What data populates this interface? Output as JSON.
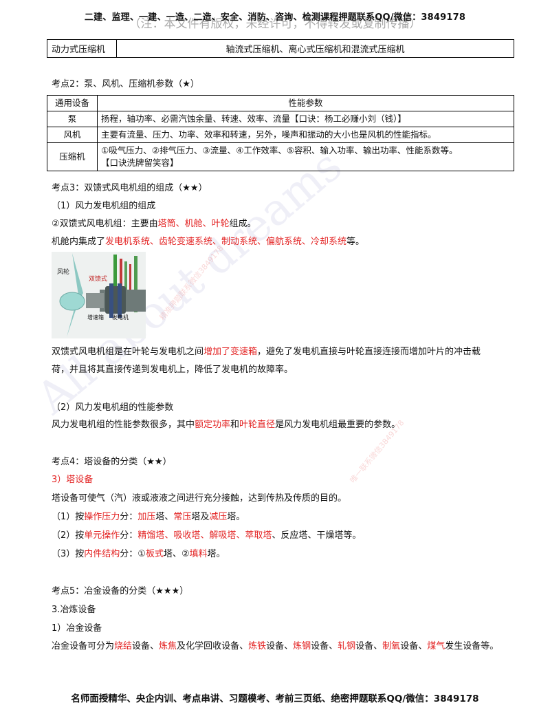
{
  "header": {
    "top_text": "二建、监理、一建、一造、二造、安全、消防、咨询、检测课程押题联系QQ/微信：3849178",
    "sub_text": "（注：本文件有版权，未经许可，不得转发或复制传播）"
  },
  "table1": {
    "label": "动力式压缩机",
    "value": "轴流式压缩机、离心式压缩机和混流式压缩机"
  },
  "point2": {
    "title": "考点2：泵、风机、压缩机参数（★）",
    "header": [
      "通用设备",
      "性能参数"
    ],
    "rows": [
      {
        "name": "泵",
        "text": "扬程，轴功率、必需汽蚀余量、转速、效率、流量【口诀：杨工必赚小刘（钱）】"
      },
      {
        "name": "风机",
        "text": "主要有流量、压力、功率、效率和转速，另外，噪声和振动的大小也是风机的性能指标。"
      },
      {
        "name": "压缩机",
        "text": "①吸气压力、②排气压力、③流量、④工作效率、⑤容积、输入功率、输出功率、性能系数等。",
        "text2": "【口诀洗牌留笑容】"
      }
    ]
  },
  "point3": {
    "title": "考点3：双馈式风电机组的组成（★★）",
    "sub1": "（1）风力发电机组的组成",
    "l2a": "②双馈式风电机组：主要由",
    "l2b": "塔筒、机舱、叶轮",
    "l2c": "组成。",
    "l3a": "机舱内集成了",
    "l3b": "发电机系统、齿轮变速系统、制动系统、偏航系统、冷却系统",
    "l3c": "等。",
    "diagram": {
      "label_rotor": "风轮",
      "label_type": "双馈式",
      "label_gearbox": "增速箱",
      "label_generator": "发电机"
    },
    "p1a": "双馈式风电机组是在叶轮与发电机之间",
    "p1b": "增加了变速箱",
    "p1c": "，避免了发电机直接与叶轮直接连接而增加叶片的冲击载",
    "p1d": "荷，并且将其直接传递到发电机上，降低了发电机的故障率。",
    "sub2": "（2）风力发电机组的性能参数",
    "p2a": "风力发电机组的性能参数很多，其中",
    "p2b": "额定功率",
    "p2c": "和",
    "p2d": "叶轮直径",
    "p2e": "是风力发电机组最重要的参数。"
  },
  "point4": {
    "title": "考点4：塔设备的分类（★★）",
    "heading": "3）塔设备",
    "intro": "塔设备可使气（汽）液或液液之间进行充分接触，达到传热及传质的目的。",
    "i1a": "（1）按",
    "i1b": "操作压力",
    "i1c": "分：",
    "i1d": "加压",
    "i1e": "塔、",
    "i1f": "常压",
    "i1g": "塔及",
    "i1h": "减压",
    "i1i": "塔。",
    "i2a": "（2）按",
    "i2b": "单元操作",
    "i2c": "分：",
    "i2d": "精馏塔、吸收塔、解吸塔、萃取塔",
    "i2e": "、反应塔、干燥塔等。",
    "i3a": "（3）按",
    "i3b": "内件结构",
    "i3c": "分：①",
    "i3d": "板式",
    "i3e": "塔、②",
    "i3f": "填料",
    "i3g": "塔。"
  },
  "point5": {
    "title": "考点5：冶金设备的分类（★★★）",
    "sub1": "3.冶炼设备",
    "sub2": "1）冶金设备",
    "pa": "冶金设备可分为",
    "pb": "烧结",
    "pc": "设备、",
    "pd": "炼焦",
    "pe": "及化学回收设备、",
    "pf": "炼铁",
    "pg": "设备、",
    "ph": "炼钢",
    "pi": "设备、",
    "pj": "轧钢",
    "pk": "设备、",
    "pl": "制氧",
    "pm": "设备、",
    "pn": "煤气",
    "po": "发生设备等。"
  },
  "watermark": {
    "main": "All about dreams",
    "small1": "精准押题联系微信3849178",
    "small2": "唯一联系微信3849178"
  },
  "footer": {
    "text": "名师面授精华、央企内训、考点串讲、习题模考、考前三页纸、绝密押题联系QQ/微信：3849178"
  },
  "colors": {
    "highlight": "#e32222",
    "text": "#111111"
  }
}
